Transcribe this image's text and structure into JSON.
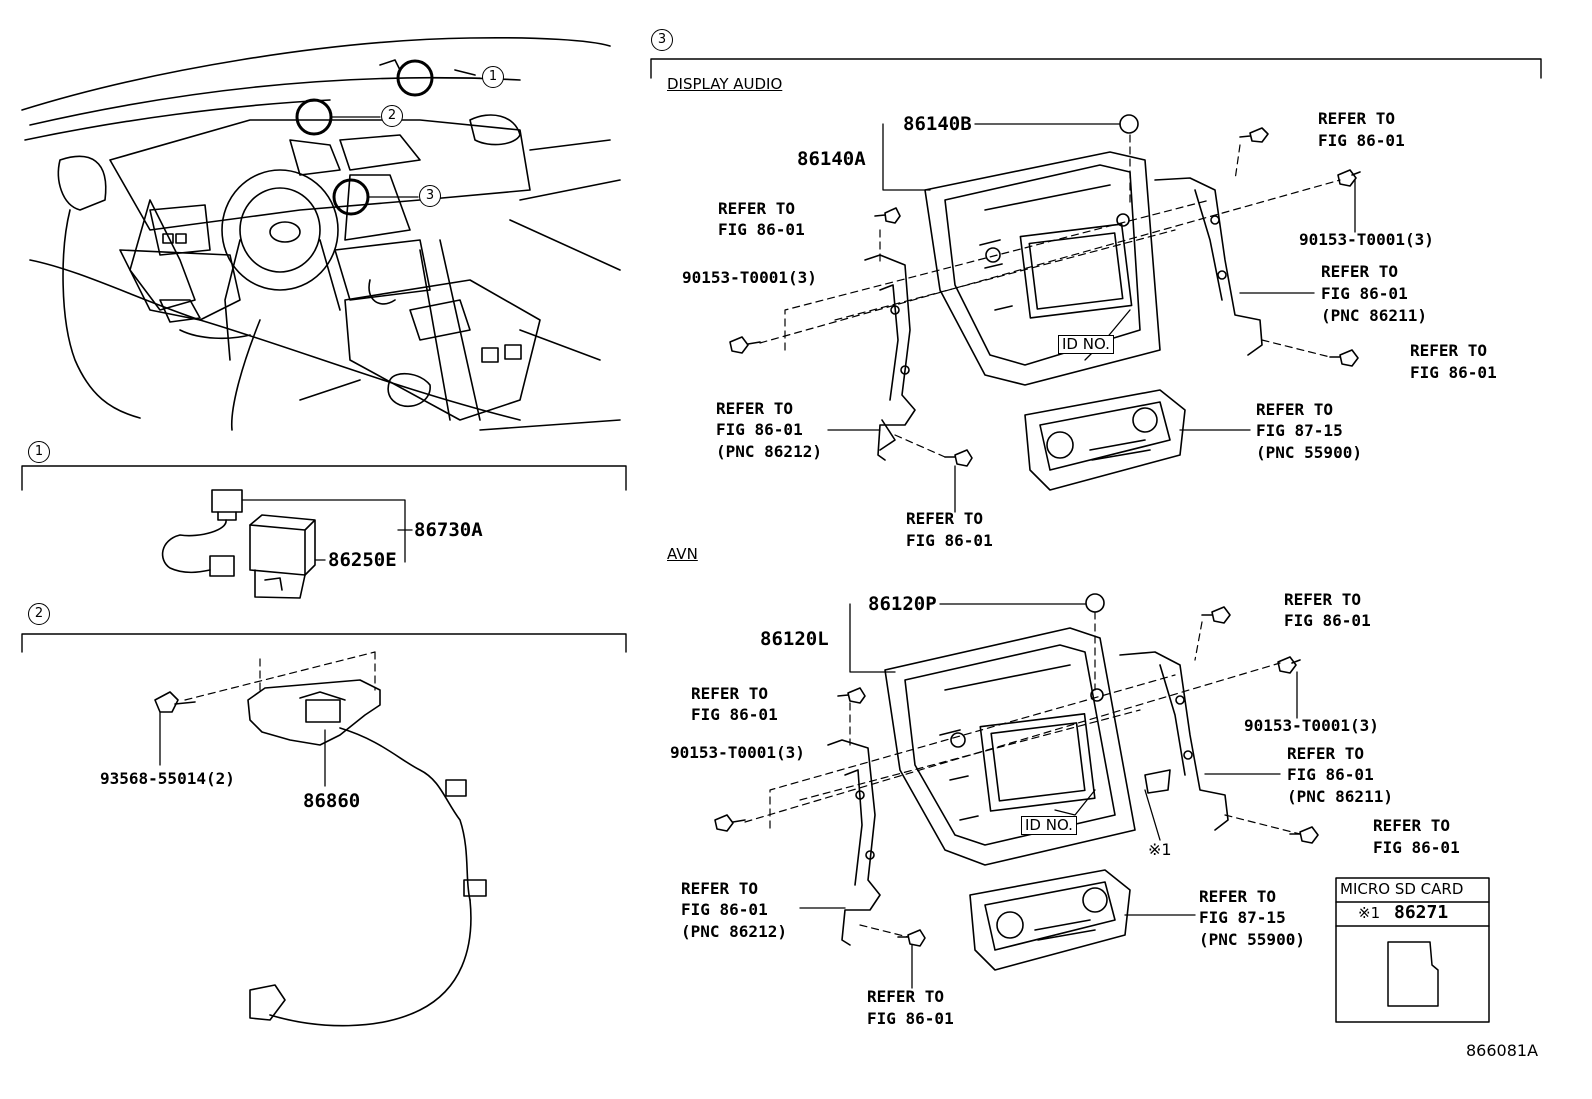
{
  "circles": [
    "1",
    "2",
    "3"
  ],
  "section_labels": {
    "display_audio": "DISPLAY AUDIO",
    "avn": "AVN"
  },
  "part_numbers": {
    "p86730A": "86730A",
    "p86250E": "86250E",
    "p86860": "86860",
    "p93568": "93568-55014(2)",
    "p86140B": "86140B",
    "p86140A": "86140A",
    "p86120P": "86120P",
    "p86120L": "86120L",
    "p90153": "90153-T0001(3)"
  },
  "refer_to": "REFER TO",
  "fig_86_01": "FIG 86-01",
  "fig_87_15": "FIG 87-15",
  "pnc_86212": "(PNC 86212)",
  "pnc_86211": "(PNC 86211)",
  "pnc_55900": "(PNC 55900)",
  "id_no": "ID NO.",
  "mark_1": "※1",
  "micro_sd": {
    "title": "MICRO SD CARD",
    "mark": "※1",
    "part": "86271"
  },
  "diagram_id": "866081A"
}
